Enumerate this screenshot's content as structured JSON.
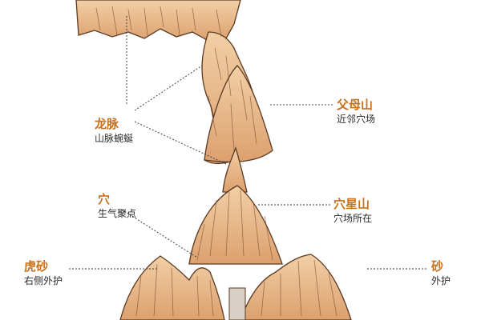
{
  "colors": {
    "accent": "#c8701a",
    "mountain_fill": "#e9b98a",
    "mountain_stroke": "#5a3a22",
    "leader": "#444444"
  },
  "labels": {
    "longmai": {
      "title": "龙脉",
      "sub": "山脉蜿蜒"
    },
    "fumushan": {
      "title": "父母山",
      "sub": "近邻穴场"
    },
    "xue": {
      "title": "穴",
      "sub": "生气聚点"
    },
    "xuexingshan": {
      "title": "穴星山",
      "sub": "穴场所在"
    },
    "husha": {
      "title": "虎砂",
      "sub": "右侧外护"
    },
    "sha": {
      "title": "砂",
      "sub": "外护"
    }
  }
}
